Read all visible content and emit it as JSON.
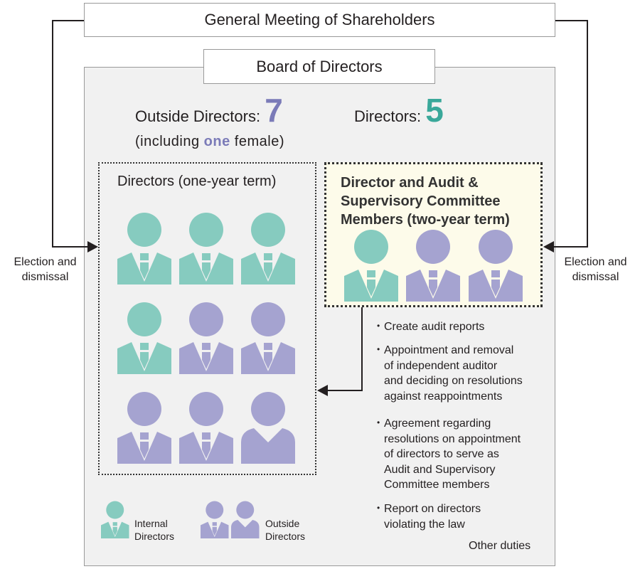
{
  "colors": {
    "internal": "#86cbbf",
    "outside": "#a5a3d0",
    "outside_num": "#7b7bb8",
    "directors_num": "#3aa89a",
    "highlight_box": "#fdfbea"
  },
  "top_box": {
    "title": "General Meeting of Shareholders"
  },
  "board": {
    "title": "Board of Directors"
  },
  "election_left": {
    "line1": "Election and",
    "line2": "dismissal"
  },
  "election_right": {
    "line1": "Election and",
    "line2": "dismissal"
  },
  "counts": {
    "outside_label": "Outside Directors:",
    "outside_count": "7",
    "including_pre": "(including ",
    "including_num": "one",
    "including_post": " female)",
    "directors_label": "Directors:",
    "directors_count": "5"
  },
  "left_group": {
    "title": "Directors (one-year term)",
    "members": [
      "internal",
      "internal",
      "internal",
      "internal",
      "outside",
      "outside",
      "outside",
      "outside",
      "outside-female"
    ]
  },
  "right_group": {
    "title_lines": [
      "Director and Audit &",
      "Supervisory Committee",
      "Members (two-year term)"
    ],
    "members": [
      "internal",
      "outside",
      "outside"
    ]
  },
  "duties": [
    {
      "bullet": "•",
      "lines": [
        "Create audit reports"
      ]
    },
    {
      "bullet": "•",
      "lines": [
        "Appointment and removal",
        "of independent auditor",
        "and deciding on resolutions",
        "against reappointments"
      ]
    },
    {
      "bullet": "•",
      "lines": [
        "Agreement regarding",
        "resolutions on appointment",
        "of directors to serve as",
        "Audit and Supervisory",
        "Committee members"
      ]
    },
    {
      "bullet": "•",
      "lines": [
        "Report on directors",
        "violating the law"
      ]
    }
  ],
  "other_duties": "Other duties",
  "legend": {
    "internal_line1": "Internal",
    "internal_line2": "Directors",
    "outside_line1": "Outside",
    "outside_line2": "Directors"
  }
}
